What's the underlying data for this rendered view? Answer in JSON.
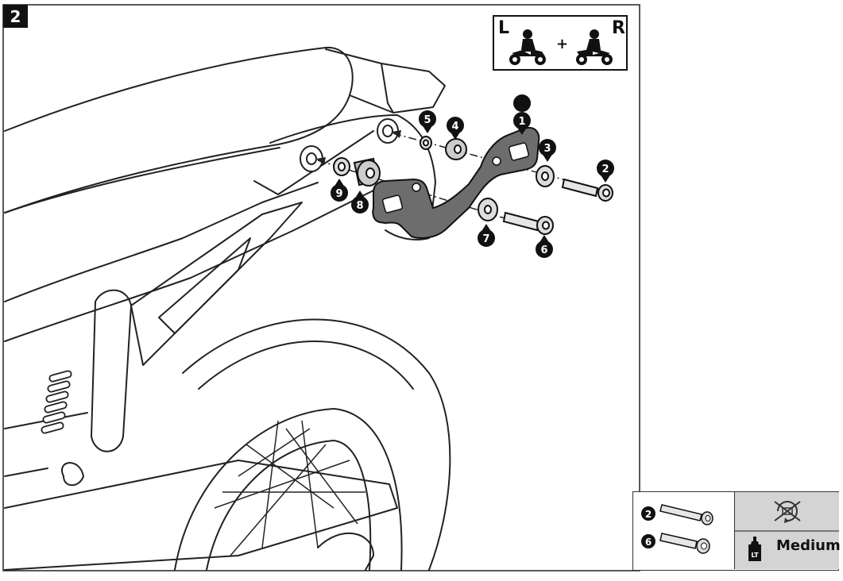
{
  "step": {
    "number": "2"
  },
  "orientation": {
    "left_label": "L",
    "plus": "+",
    "right_label": "R"
  },
  "callouts": [
    {
      "n": "1",
      "part": "bracket"
    },
    {
      "n": "2",
      "part": "bolt-upper"
    },
    {
      "n": "3",
      "part": "washer-upper"
    },
    {
      "n": "4",
      "part": "spacer-upper"
    },
    {
      "n": "5",
      "part": "bushing-upper"
    },
    {
      "n": "6",
      "part": "bolt-lower"
    },
    {
      "n": "7",
      "part": "washer-lower"
    },
    {
      "n": "8",
      "part": "spacer-lower"
    },
    {
      "n": "9",
      "part": "bushing-lower"
    }
  ],
  "spec": {
    "bolts": [
      "2",
      "6"
    ],
    "threadlocker_icon_text": "LT",
    "threadlocker_strength": "Medium",
    "icons": {
      "torque": "no-torque-icon",
      "threadlocker": "threadlocker-bottle-icon"
    }
  },
  "colors": {
    "line": "#111111",
    "bracket": "#6d6d6d",
    "panel_gray": "#d4d4d4"
  }
}
